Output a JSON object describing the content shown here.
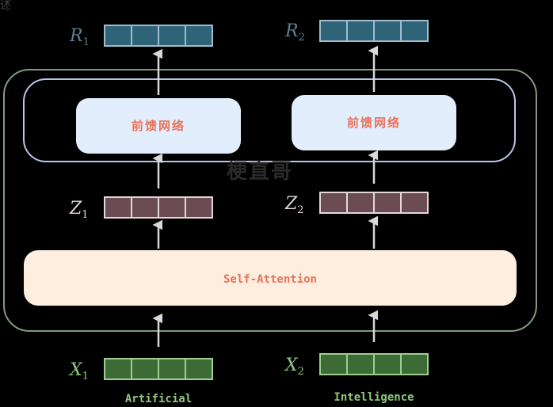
{
  "watermark": "梗直哥",
  "corner_fragment": "述",
  "self_attention_label": "Self-Attention",
  "colors": {
    "background": "#000000",
    "outer_frame": "#7f9a80",
    "ffn_frame": "#b8c6ea",
    "ffn_box": "#e2eefc",
    "attention_box": "#fdeee0",
    "box_text": "#e8735a",
    "arrow": "#d8d8d8",
    "r_cell": "#2f6478",
    "r_border": "#9fbdca",
    "z_cell": "#6b4c55",
    "z_border": "#e3d8dc",
    "x_cell": "#3d6b35",
    "x_border": "#9bd08e",
    "r_label": "#5b7f8f",
    "z_label": "#e3d4da",
    "x_label": "#8ec77e",
    "word_label": "#8ec77e"
  },
  "tokens": [
    {
      "word": "Artificial",
      "x_label": "X",
      "x_sub": "1",
      "z_label": "Z",
      "z_sub": "1",
      "r_label": "R",
      "r_sub": "1",
      "ffn_label": "前馈网络"
    },
    {
      "word": "Intelligence",
      "x_label": "X",
      "x_sub": "2",
      "z_label": "Z",
      "z_sub": "2",
      "r_label": "R",
      "r_sub": "2",
      "ffn_label": "前馈网络"
    }
  ]
}
